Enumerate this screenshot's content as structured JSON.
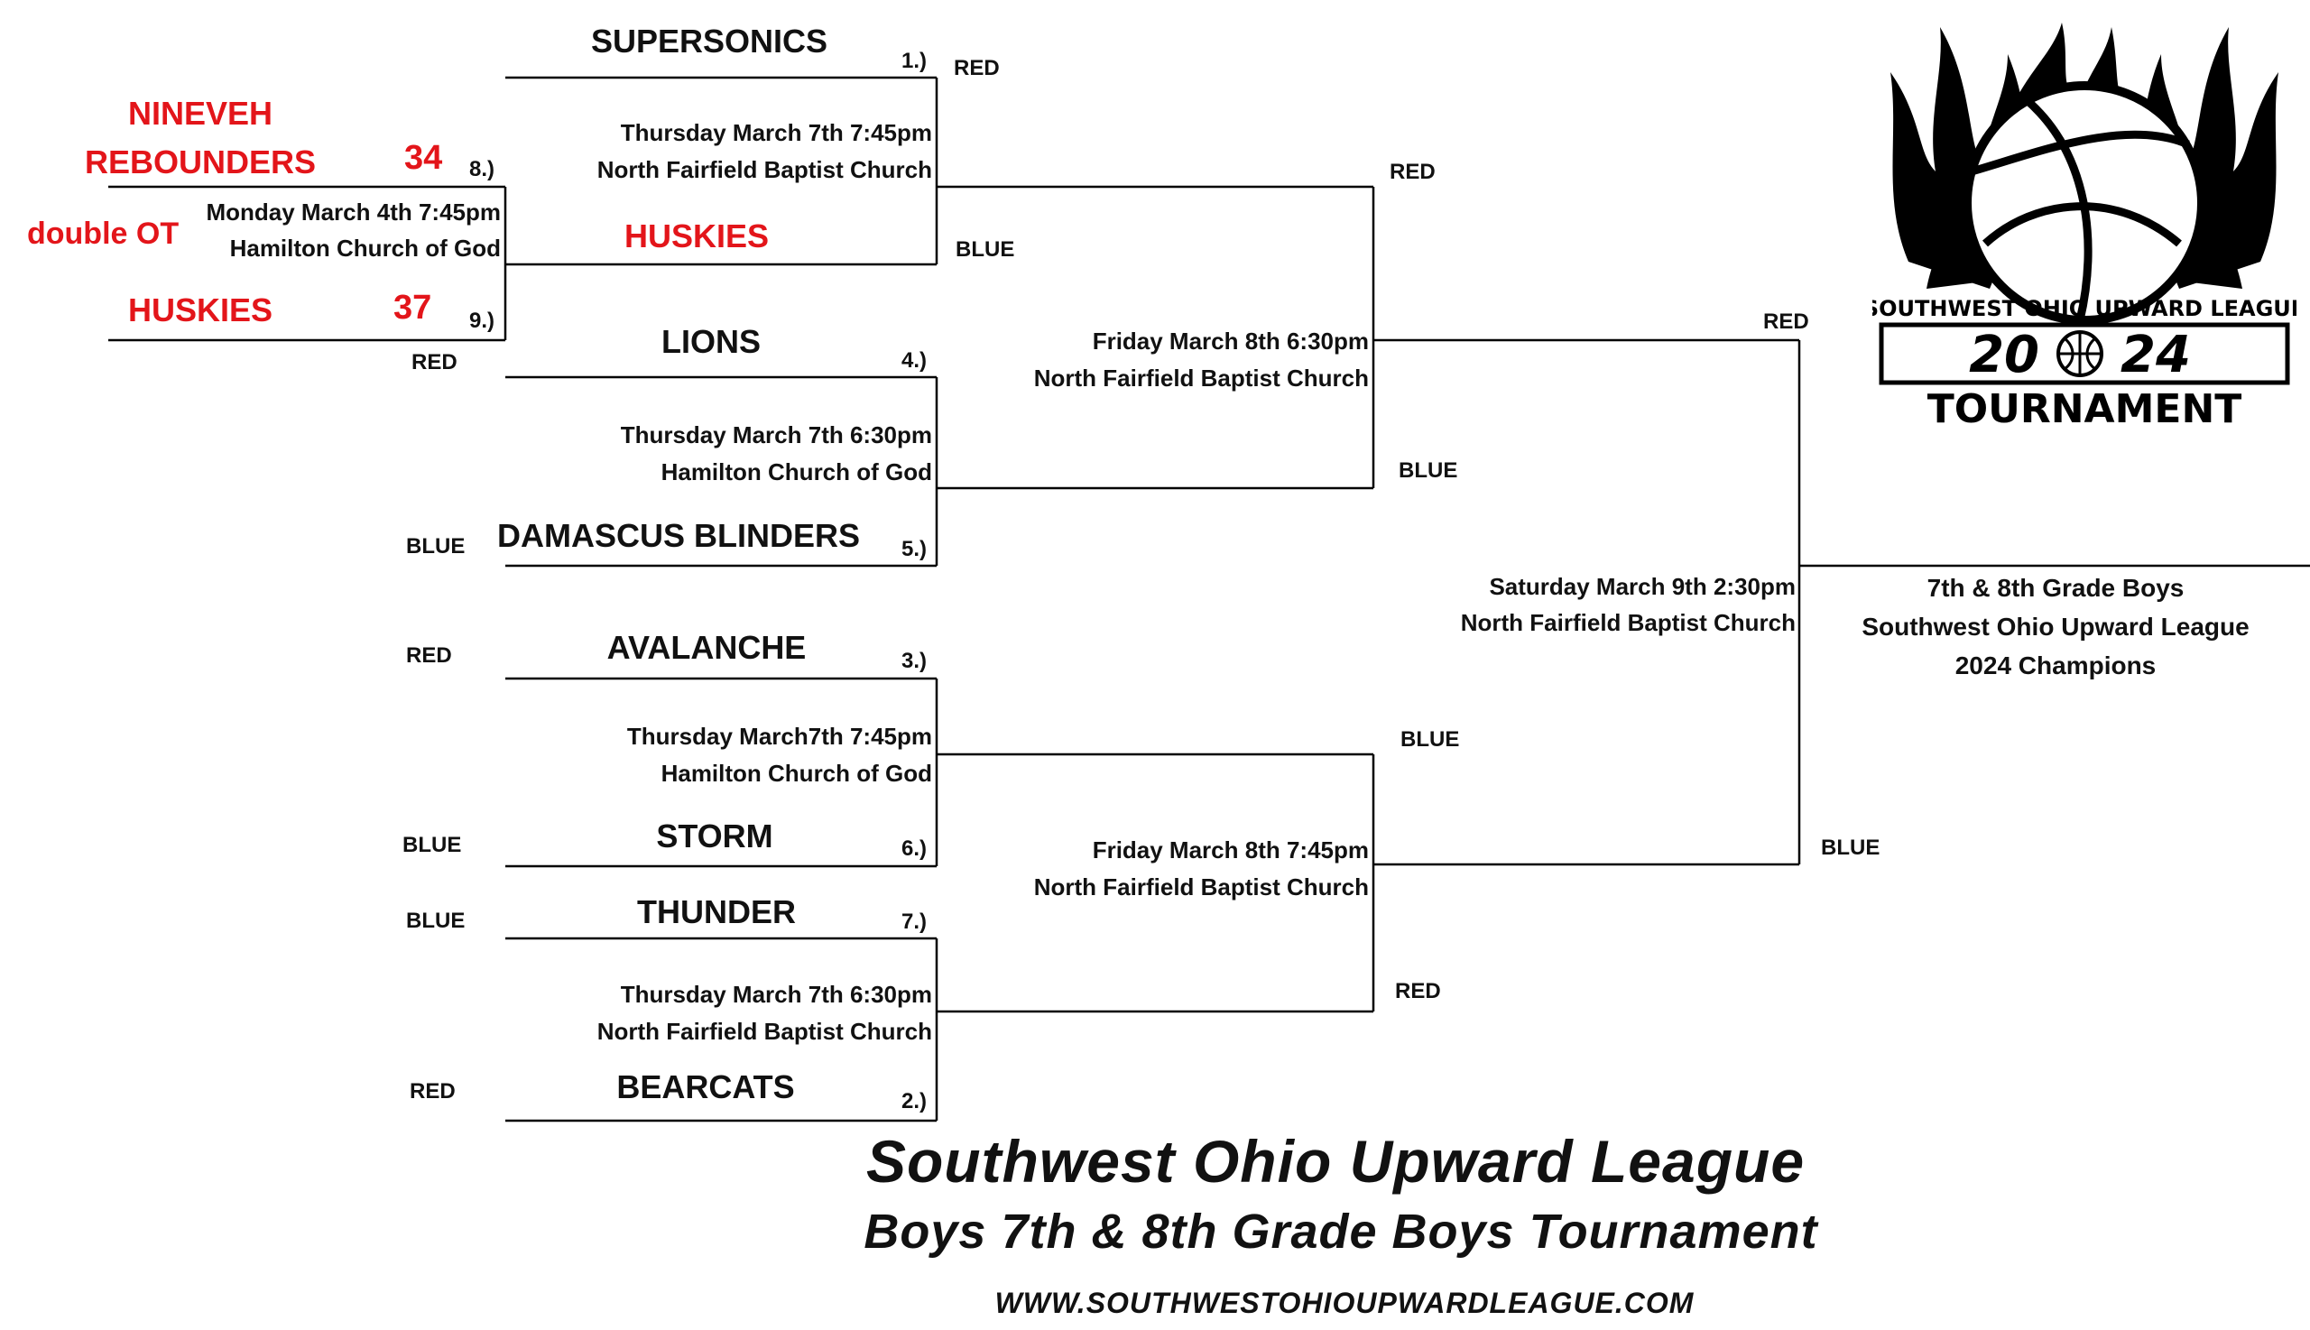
{
  "teams": {
    "supersonics": "SUPERSONICS",
    "huskies": "HUSKIES",
    "lions": "LIONS",
    "damascus": "DAMASCUS BLINDERS",
    "avalanche": "AVALANCHE",
    "storm": "STORM",
    "thunder": "THUNDER",
    "bearcats": "BEARCATS"
  },
  "seeds": {
    "s1": "1.)",
    "s2": "2.)",
    "s3": "3.)",
    "s4": "4.)",
    "s5": "5.)",
    "s6": "6.)",
    "s7": "7.)",
    "s8": "8.)",
    "s9": "9.)"
  },
  "play_in": {
    "team_a_line1": "NINEVEH",
    "team_a_line2": "REBOUNDERS",
    "team_a_score": "34",
    "team_b": "HUSKIES",
    "team_b_score": "37",
    "note": "double OT",
    "date": "Monday March 4th 7:45pm",
    "venue": "Hamilton Church of God"
  },
  "games": {
    "q1": {
      "date": "Thursday March 7th 7:45pm",
      "venue": "North Fairfield Baptist Church"
    },
    "q2": {
      "date": "Thursday March 7th 6:30pm",
      "venue": "Hamilton Church of God"
    },
    "q3": {
      "date": "Thursday March7th 7:45pm",
      "venue": "Hamilton Church of God"
    },
    "q4": {
      "date": "Thursday March 7th 6:30pm",
      "venue": "North Fairfield Baptist Church"
    },
    "s1": {
      "date": "Friday March 8th 6:30pm",
      "venue": "North Fairfield Baptist Church"
    },
    "s2": {
      "date": "Friday March 8th 7:45pm",
      "venue": "North Fairfield Baptist Church"
    },
    "final": {
      "date": "Saturday March 9th 2:30pm",
      "venue": "North Fairfield Baptist Church"
    }
  },
  "sides": {
    "red": "RED",
    "blue": "BLUE"
  },
  "champion": {
    "line1": "7th & 8th Grade Boys",
    "line2": "Southwest Ohio Upward League",
    "line3": "2024 Champions"
  },
  "logo": {
    "league": "SOUTHWEST OHIO UPWARD LEAGUE",
    "year_left": "20",
    "year_right": "24",
    "tournament": "TOURNAMENT"
  },
  "footer": {
    "title": "Southwest Ohio Upward League",
    "subtitle": "Boys 7th & 8th Grade Boys Tournament",
    "url": "WWW.SOUTHWESTOHIOUPWARDLEAGUE.COM"
  }
}
